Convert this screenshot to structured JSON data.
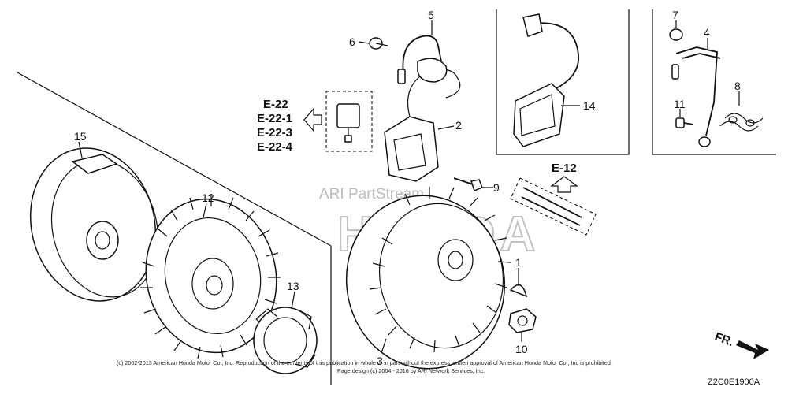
{
  "callouts": {
    "c1": "1",
    "c2": "2",
    "c3": "3",
    "c4": "4",
    "c5": "5",
    "c6": "6",
    "c7": "7",
    "c8": "8",
    "c9": "9",
    "c10": "10",
    "c11": "11",
    "c12": "12",
    "c13": "13",
    "c14": "14",
    "c15": "15"
  },
  "refs": {
    "r1": "E-22",
    "r2": "E-22-1",
    "r3": "E-22-3",
    "r4": "E-22-4",
    "r5": "E-12"
  },
  "watermark": "ARI PartStream",
  "brand_watermark": "HONDA",
  "direction_label": "FR.",
  "copyright_line1": "(c) 2002-2013 American Honda Motor Co., Inc. Reproduction of the contents of this publication in whole or in part without the express written approval of American Honda Motor Co., Inc is prohibited.",
  "copyright_line2": "Page design (c) 2004 - 2016 by ARI Network Services, Inc.",
  "diagram_code": "Z2C0E1900A"
}
